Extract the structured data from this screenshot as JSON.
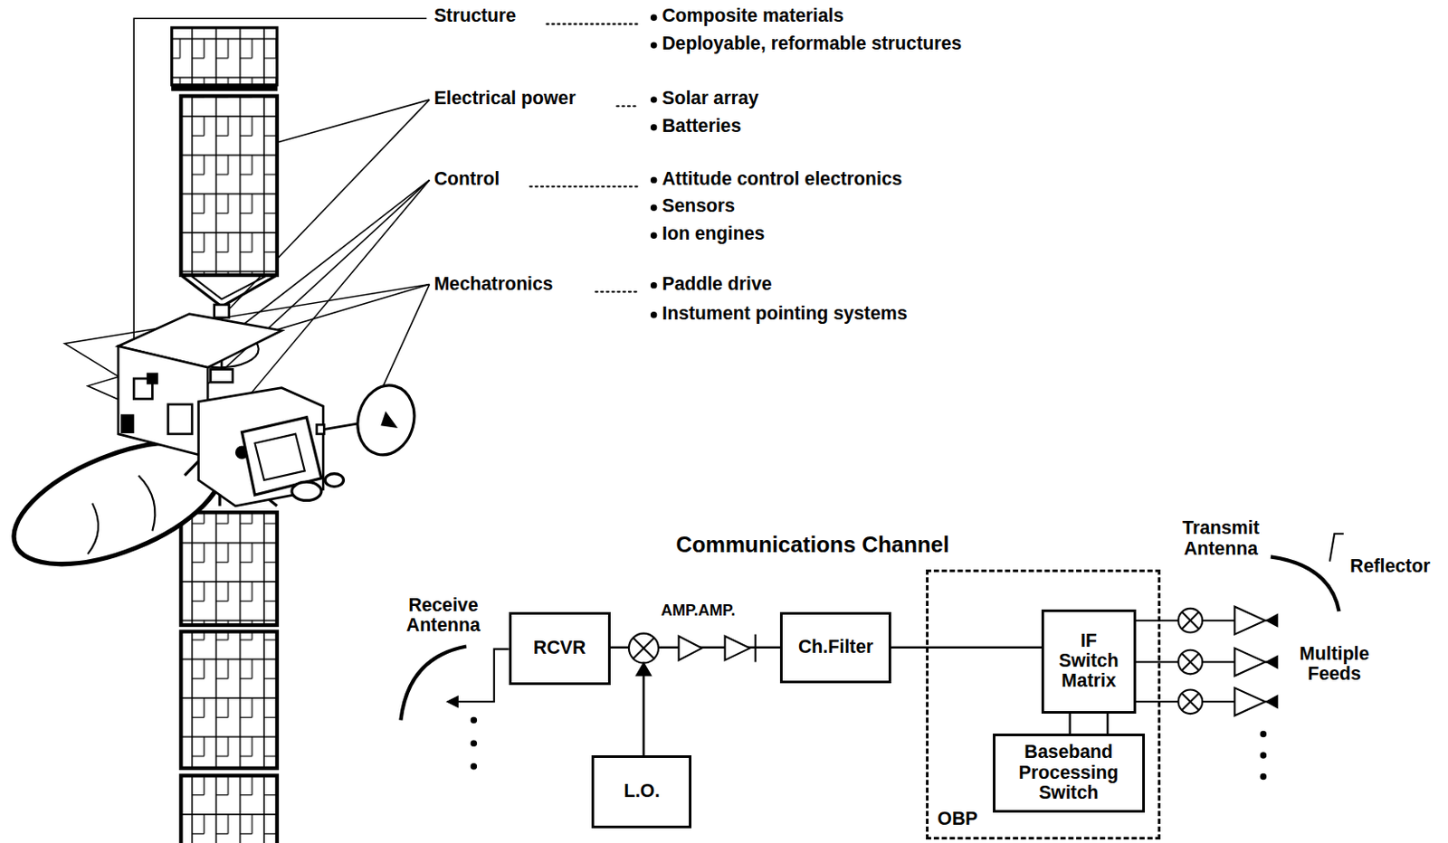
{
  "diagram": {
    "nodes": [
      {
        "text": [
          "RCVR"
        ]
      },
      {
        "text": [
          "L.O."
        ]
      },
      {
        "text": [
          "Ch.Filter"
        ]
      },
      {
        "text": [
          "OBP"
        ]
      },
      {
        "text": [
          "IF Switch Matrix"
        ],
        "in": 3
      },
      {
        "text": [
          "Baseband Processing Switch"
        ],
        "in": 3
      }
    ],
    "edges": [
      {
        "from": 0,
        "to": 2,
        "arrow": "none"
      },
      {
        "from": 2,
        "to": 4,
        "arrow": "none"
      },
      {
        "from": 4,
        "to": 5,
        "arrow": "none"
      }
    ],
    "labels": [
      "Structure",
      "Composite materials",
      "Deployable, reformable structures",
      "Electrical power",
      "Solar array",
      "Batteries",
      "Control",
      "Attitude control electronics",
      "Sensors",
      "Ion engines",
      "Mechatronics",
      "Paddle drive",
      "Instument pointing systems",
      "Communications Channel",
      "Receive Antenna",
      "AMP.AMP.",
      "Transmit Antenna",
      "Reflector",
      "Multiple Feeds"
    ]
  }
}
